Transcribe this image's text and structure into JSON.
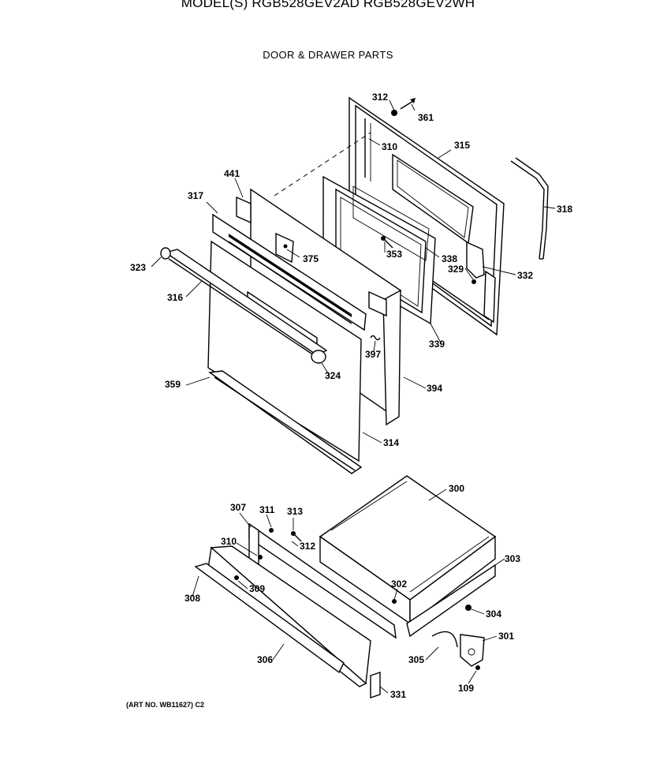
{
  "header": {
    "model_title": "MODEL(S) RGB528GEV2AD  RGB528GEV2WH",
    "section_title": "DOOR & DRAWER PARTS"
  },
  "footer": {
    "art_note": "(ART NO. WB11627) C2"
  },
  "part_labels": {
    "p312a": "312",
    "p361": "361",
    "p310a": "310",
    "p315": "315",
    "p318": "318",
    "p441": "441",
    "p317": "317",
    "p375": "375",
    "p353": "353",
    "p338": "338",
    "p329": "329",
    "p332": "332",
    "p323": "323",
    "p316": "316",
    "p397": "397",
    "p339": "339",
    "p359": "359",
    "p324": "324",
    "p394": "394",
    "p314": "314",
    "p300": "300",
    "p307": "307",
    "p311": "311",
    "p313": "313",
    "p310b": "310",
    "p312b": "312",
    "p303": "303",
    "p309": "309",
    "p308": "308",
    "p302": "302",
    "p304": "304",
    "p301": "301",
    "p306": "306",
    "p305": "305",
    "p331": "331",
    "p109": "109"
  }
}
